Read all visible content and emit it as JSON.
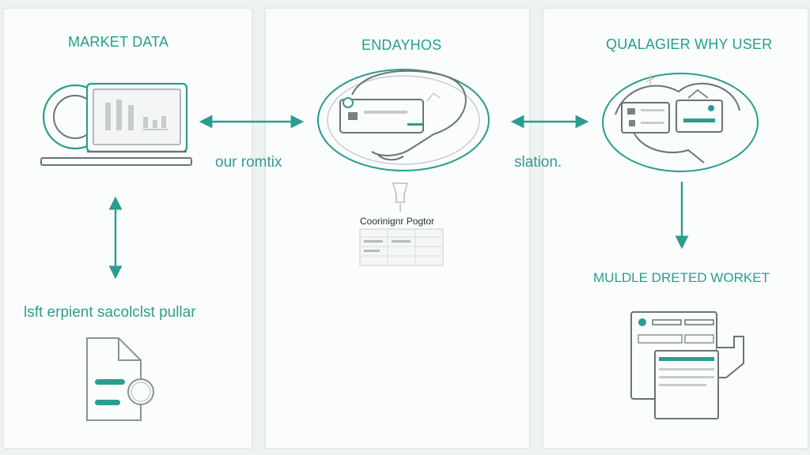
{
  "colors": {
    "accent": "#2a9d8f",
    "gray_line": "#8a9391",
    "panel_bg": "#fbfcfc",
    "page_bg": "#eef2f1"
  },
  "panels": {
    "left": {
      "title": "MARKET DATA",
      "bottom_label": "lsft erpient sacolclst pullar",
      "icons": [
        "laptop-icon",
        "bar-chart-icon",
        "document-icon",
        "magnifier-icon"
      ]
    },
    "middle": {
      "title": "ENDAYHOS",
      "sub_title": "Coorinignr Pogtor",
      "icons": [
        "hand-device-icon",
        "funnel-icon",
        "table-icon"
      ]
    },
    "right": {
      "title": "QUALAGIER WHY USER",
      "bottom_label": "MULDLE DRETED WORKET",
      "icons": [
        "hand-card-icon",
        "stacked-documents-icon"
      ]
    }
  },
  "connectors": {
    "left_to_middle_label": "our romtix",
    "middle_to_right_label": "slation."
  }
}
